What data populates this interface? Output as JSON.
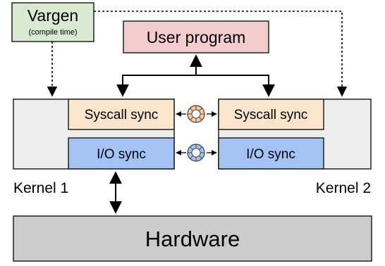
{
  "vargen": {
    "title": "Vargen",
    "subtitle": "(compile time)",
    "fill": "#d9ead3"
  },
  "user_program": {
    "label": "User program",
    "fill": "#f4cccc"
  },
  "kernel1": {
    "label": "Kernel 1",
    "fill": "#eeeeee"
  },
  "kernel2": {
    "label": "Kernel 2",
    "fill": "#eeeeee"
  },
  "syscall_sync": {
    "label": "Syscall sync",
    "fill": "#fce5cd",
    "ring_fill": "#f9cb9c"
  },
  "io_sync": {
    "label": "I/O sync",
    "fill": "#a4c2f4",
    "ring_fill": "#a4c2f4"
  },
  "hardware": {
    "label": "Hardware",
    "fill": "#cccccc"
  }
}
